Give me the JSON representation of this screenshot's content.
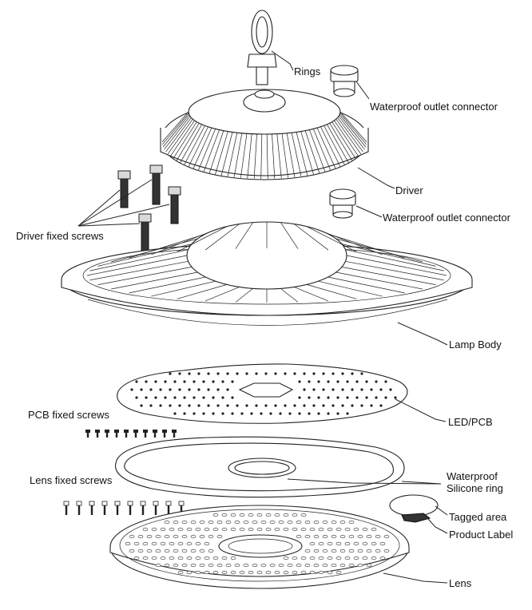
{
  "labels": {
    "rings": "Rings",
    "waterproof_outlet_connector_top": "Waterproof outlet connector",
    "driver": "Driver",
    "waterproof_outlet_connector_bottom": "Waterproof outlet connector",
    "driver_fixed_screws": "Driver fixed screws",
    "lamp_body": "Lamp Body",
    "pcb_fixed_screws": "PCB fixed screws",
    "led_pcb": "LED/PCB",
    "waterproof_silicone_ring_line1": "Waterproof",
    "waterproof_silicone_ring_line2": "Silicone ring",
    "lens_fixed_screws": "Lens fixed screws",
    "tagged_area": "Tagged area",
    "product_label": "Product Label",
    "lens": "Lens"
  }
}
